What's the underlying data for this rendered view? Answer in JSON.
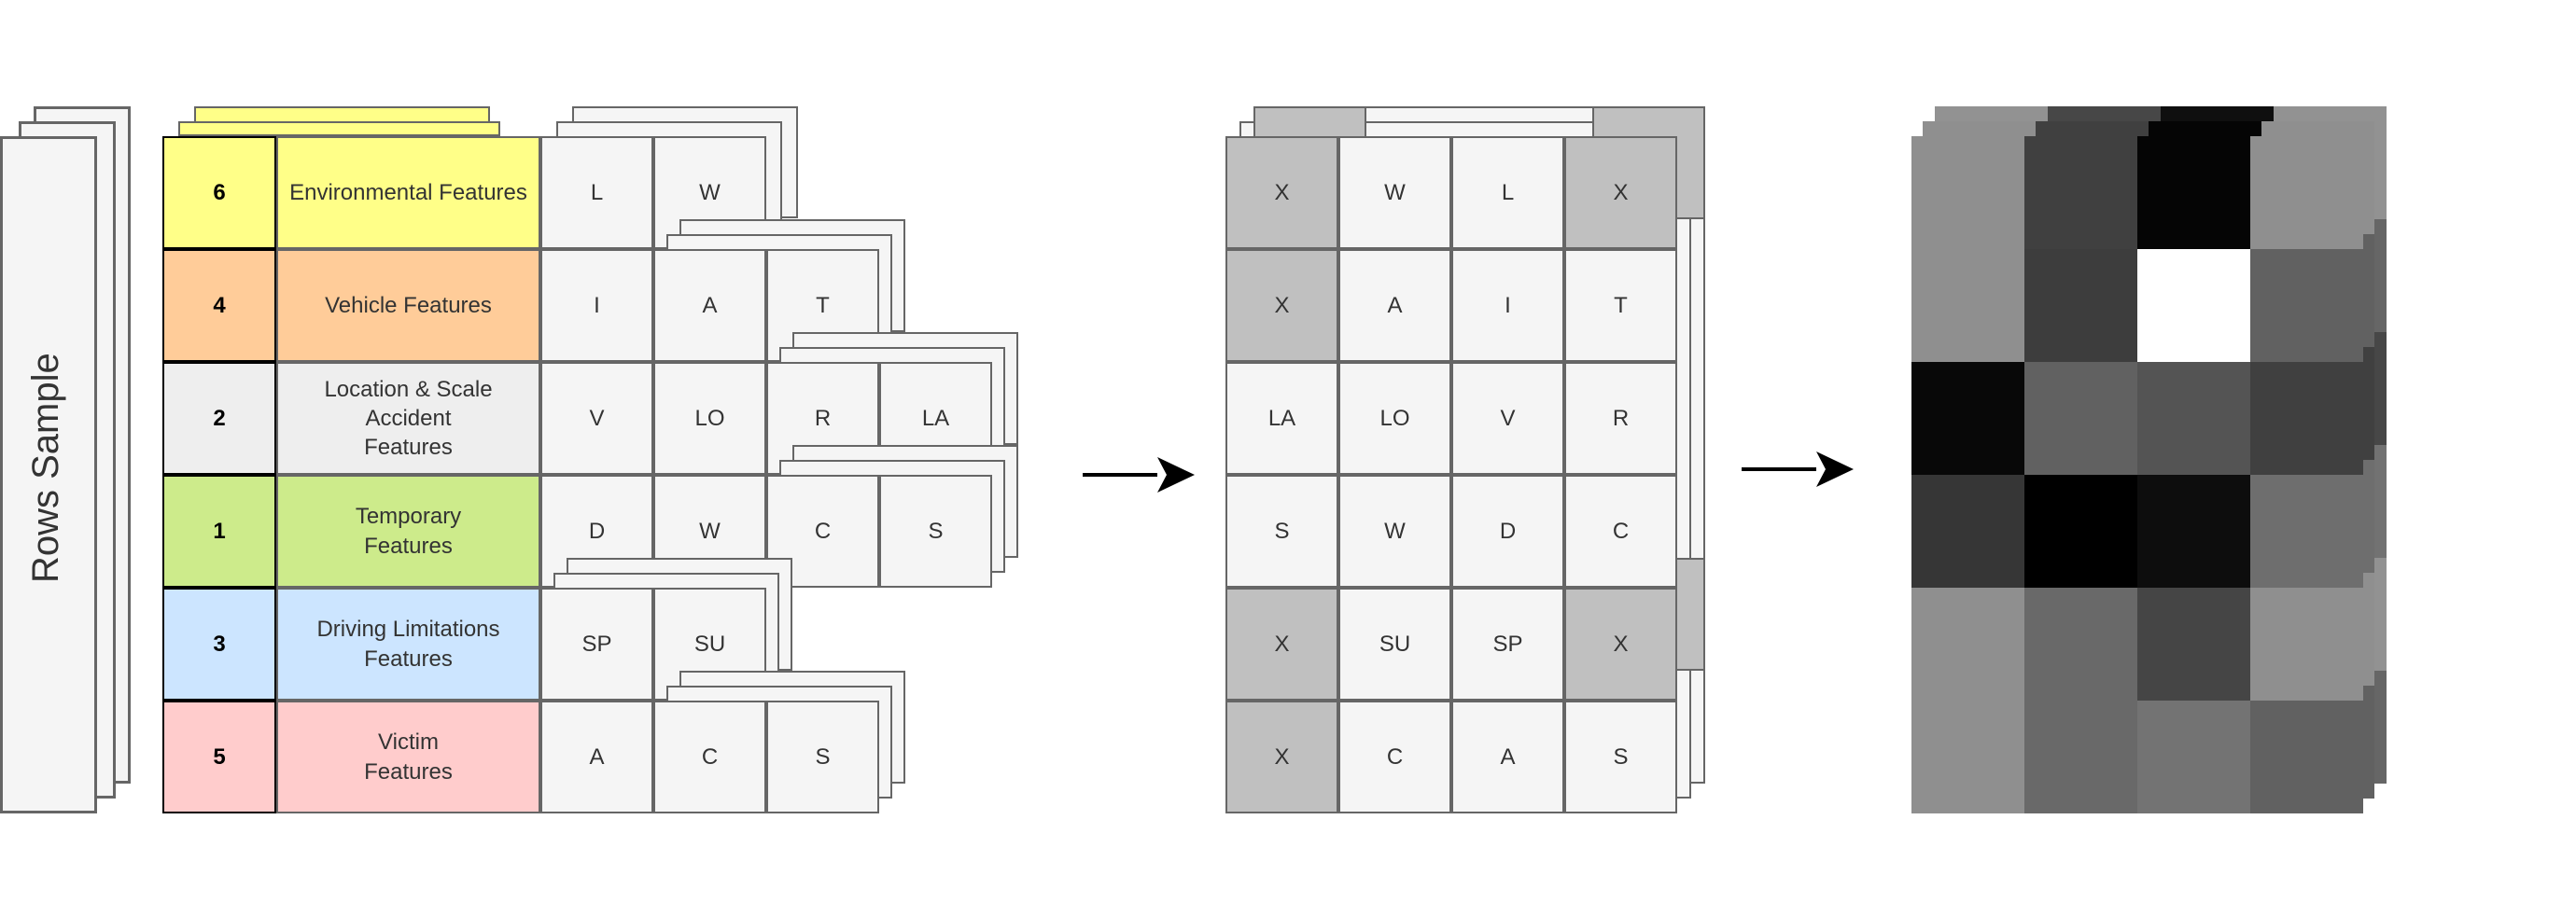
{
  "rows_sample_label": "Rows Sample",
  "feature_groups": [
    {
      "id": "6",
      "name": "Environmental Features",
      "color": "#ffff88",
      "cells": [
        "L",
        "W"
      ]
    },
    {
      "id": "4",
      "name": "Vehicle Features",
      "color": "#ffcc99",
      "cells": [
        "I",
        "A",
        "T"
      ]
    },
    {
      "id": "2",
      "name": "Location & Scale\nAccident\nFeatures",
      "color": "#eeeeee",
      "cells": [
        "V",
        "LO",
        "R",
        "LA"
      ]
    },
    {
      "id": "1",
      "name": "Temporary\nFeatures",
      "color": "#cdeb8b",
      "cells": [
        "D",
        "W",
        "C",
        "S"
      ]
    },
    {
      "id": "3",
      "name": "Driving Limitations\nFeatures",
      "color": "#cce5ff",
      "cells": [
        "SP",
        "SU"
      ]
    },
    {
      "id": "5",
      "name": "Victim\nFeatures",
      "color": "#ffcccc",
      "cells": [
        "A",
        "C",
        "S"
      ]
    }
  ],
  "matrix": [
    [
      "X",
      "W",
      "L",
      "X"
    ],
    [
      "X",
      "A",
      "I",
      "T"
    ],
    [
      "LA",
      "LO",
      "V",
      "R"
    ],
    [
      "S",
      "W",
      "D",
      "C"
    ],
    [
      "X",
      "SU",
      "SP",
      "X"
    ],
    [
      "X",
      "C",
      "A",
      "S"
    ]
  ],
  "colors": {
    "padding_cell": "#c0c0c0",
    "feature_cell": "#f5f5f5",
    "border": "#666666"
  },
  "image_grayscale": [
    [
      0.56,
      0.25,
      0.02,
      0.56
    ],
    [
      0.56,
      0.24,
      1.0,
      0.38
    ],
    [
      0.03,
      0.38,
      0.33,
      0.25
    ],
    [
      0.21,
      0.0,
      0.05,
      0.43
    ],
    [
      0.56,
      0.41,
      0.27,
      0.56
    ],
    [
      0.56,
      0.41,
      0.45,
      0.38
    ]
  ]
}
